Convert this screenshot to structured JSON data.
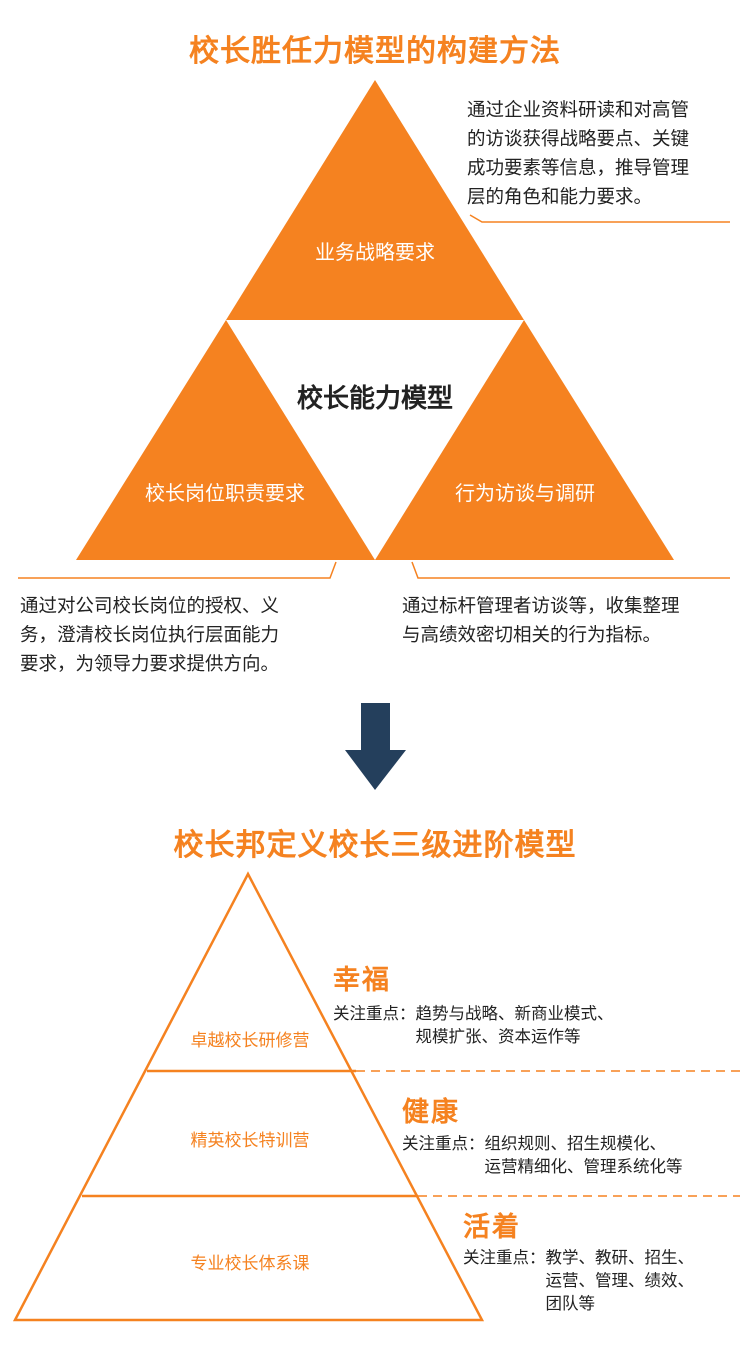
{
  "competency": {
    "title": "校长胜任力模型的构建方法",
    "top_label": "业务战略要求",
    "left_label": "校长岗位职责要求",
    "right_label": "行为访谈与调研",
    "center_label": "校长能力模型",
    "top_desc": [
      "通过企业资料研读和对高管",
      "的访谈获得战略要点、关键",
      "成功要素等信息，推导管理",
      "层的角色和能力要求。"
    ],
    "left_desc": [
      "通过对公司校长岗位的授权、义",
      "务，澄清校长岗位执行层面能力",
      "要求，为领导力要求提供方向。"
    ],
    "right_desc": [
      "通过标杆管理者访谈等，收集整理",
      "与高绩效密切相关的行为指标。"
    ]
  },
  "pyramid": {
    "title": "校长邦定义校长三级进阶模型",
    "focus_label": "关注重点：",
    "levels": [
      {
        "layer": "卓越校长研修营",
        "name": "幸福",
        "focus": [
          "趋势与战略、新商业模式、",
          "规模扩张、资本运作等"
        ]
      },
      {
        "layer": "精英校长特训营",
        "name": "健康",
        "focus": [
          "组织规则、招生规模化、",
          "运营精细化、管理系统化等"
        ]
      },
      {
        "layer": "专业校长体系课",
        "name": "活着",
        "focus": [
          "教学、教研、招生、",
          "运营、管理、绩效、",
          "团队等"
        ]
      }
    ]
  },
  "colors": {
    "accent": "#f58220",
    "arrow": "#243f5c",
    "text": "#222222"
  }
}
